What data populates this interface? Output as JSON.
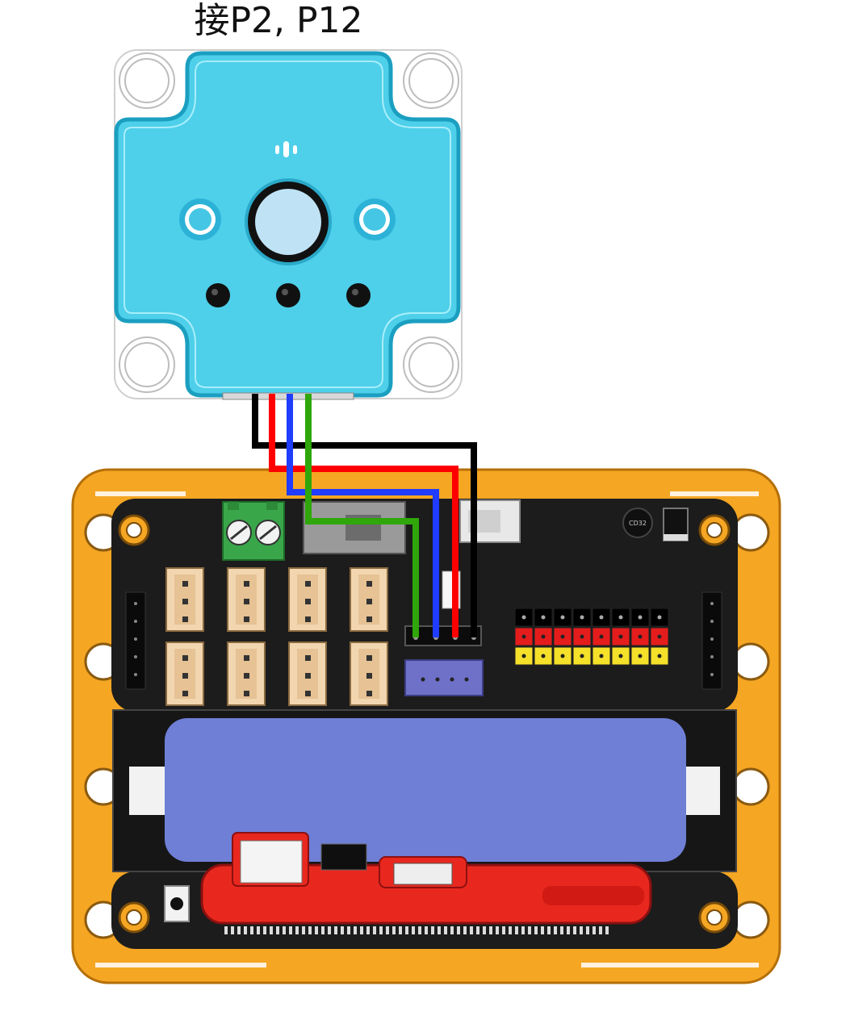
{
  "caption": "接P2, P12",
  "module_colors": {
    "body": "#4ecfea",
    "outline": "#1b9fc0",
    "lens": "#bfe3f4"
  },
  "board_colors": {
    "frame": "#f5a623",
    "pcb": "#1c1c1c",
    "battery": "#6f7fd6",
    "expansion": "#e8281e"
  },
  "wires": [
    {
      "name": "black",
      "color": "#000000"
    },
    {
      "name": "red",
      "color": "#ff0000"
    },
    {
      "name": "blue",
      "color": "#1f3cff"
    },
    {
      "name": "green",
      "color": "#2fa60a"
    }
  ],
  "pin_rows": [
    "#000000",
    "#e51c1c",
    "#f5e02a"
  ],
  "pin_count": 8,
  "buzzer_label": "CD32"
}
